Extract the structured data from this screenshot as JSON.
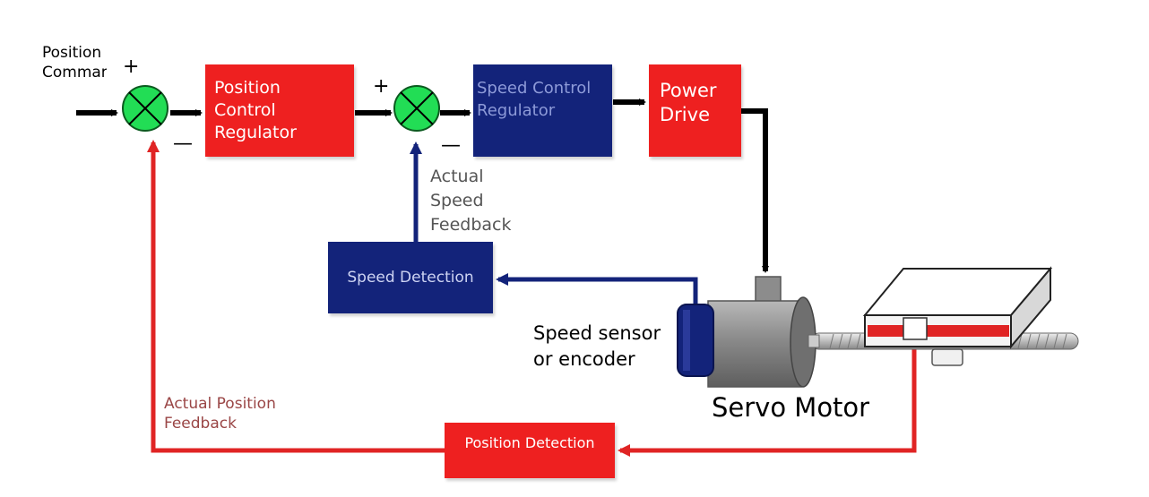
{
  "input_label": "Position\nCommar",
  "sum1": {
    "plus": "+",
    "minus": "—"
  },
  "sum2": {
    "plus": "+",
    "minus": "—"
  },
  "blocks": {
    "position_control_regulator": "Position\nControl\nRegulator",
    "speed_control_regulator": "Speed Control\nRegulator",
    "power_drive": "Power\nDrive",
    "speed_detection": "Speed Detection",
    "position_detection": "Position Detection"
  },
  "labels": {
    "actual_speed_feedback": "Actual\nSpeed\nFeedback",
    "actual_position_feedback": "Actual Position\nFeedback",
    "speed_sensor": "Speed sensor\nor encoder",
    "servo_motor": "Servo Motor"
  },
  "colors": {
    "red_block": "#ee2020",
    "blue_block": "#13237a",
    "summing_junction": "#22dd55",
    "position_loop": "#e02424",
    "speed_loop": "#13237a",
    "forward_path": "#000000"
  }
}
